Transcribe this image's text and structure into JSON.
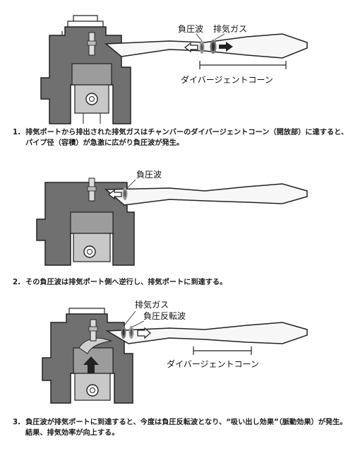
{
  "panels": [
    {
      "labels": {
        "negative_wave": "負圧波",
        "exhaust_gas": "排気ガス",
        "diverging_cone": "ダイバージェントコーン"
      },
      "caption": {
        "number": "1.",
        "line1": "排気ポートから排出された排気ガスはチャンバーのダイバージェントコーン（開放部）に達すると、",
        "line2": "パイプ径（容積）が急激に広がり負圧波が発生。"
      }
    },
    {
      "labels": {
        "negative_wave": "負圧波"
      },
      "caption": {
        "number": "2.",
        "line1": "その負圧波は排気ポート側へ逆行し、排気ポートに到達する。"
      }
    },
    {
      "labels": {
        "exhaust_gas": "排気ガス",
        "reflected_wave": "負圧反転波",
        "diverging_cone": "ダイバージェントコーン"
      },
      "caption": {
        "number": "3.",
        "line1": "負圧波が排気ポートに到達すると、今度は負圧反転波となり、“吸い出し効果”（脈動効果）が発生。",
        "line2": "結果、排気効率が向上する。"
      }
    }
  ],
  "colors": {
    "engine_dark": "#6e6e6e",
    "engine_mid": "#9a9a9a",
    "pipe_fill": "#f7f7f7",
    "outline": "#222222"
  }
}
